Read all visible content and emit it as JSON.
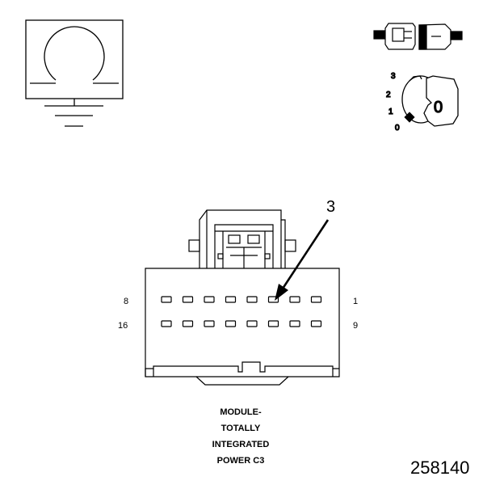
{
  "ignition_key": {
    "positions": [
      "3",
      "2",
      "1",
      "0"
    ],
    "key_label": "0"
  },
  "connector": {
    "pin_row_top_labels": {
      "left": "8",
      "right": "1"
    },
    "pin_row_bottom_labels": {
      "left": "16",
      "right": "9"
    },
    "pins_per_row": 8,
    "callout": "3",
    "caption_lines": [
      "MODULE-",
      "TOTALLY",
      "INTEGRATED",
      "POWER C3"
    ]
  },
  "figure_number": "258140",
  "icons": [
    "ground-symbol-icon",
    "connector-plug-icon",
    "ignition-key-icon"
  ]
}
